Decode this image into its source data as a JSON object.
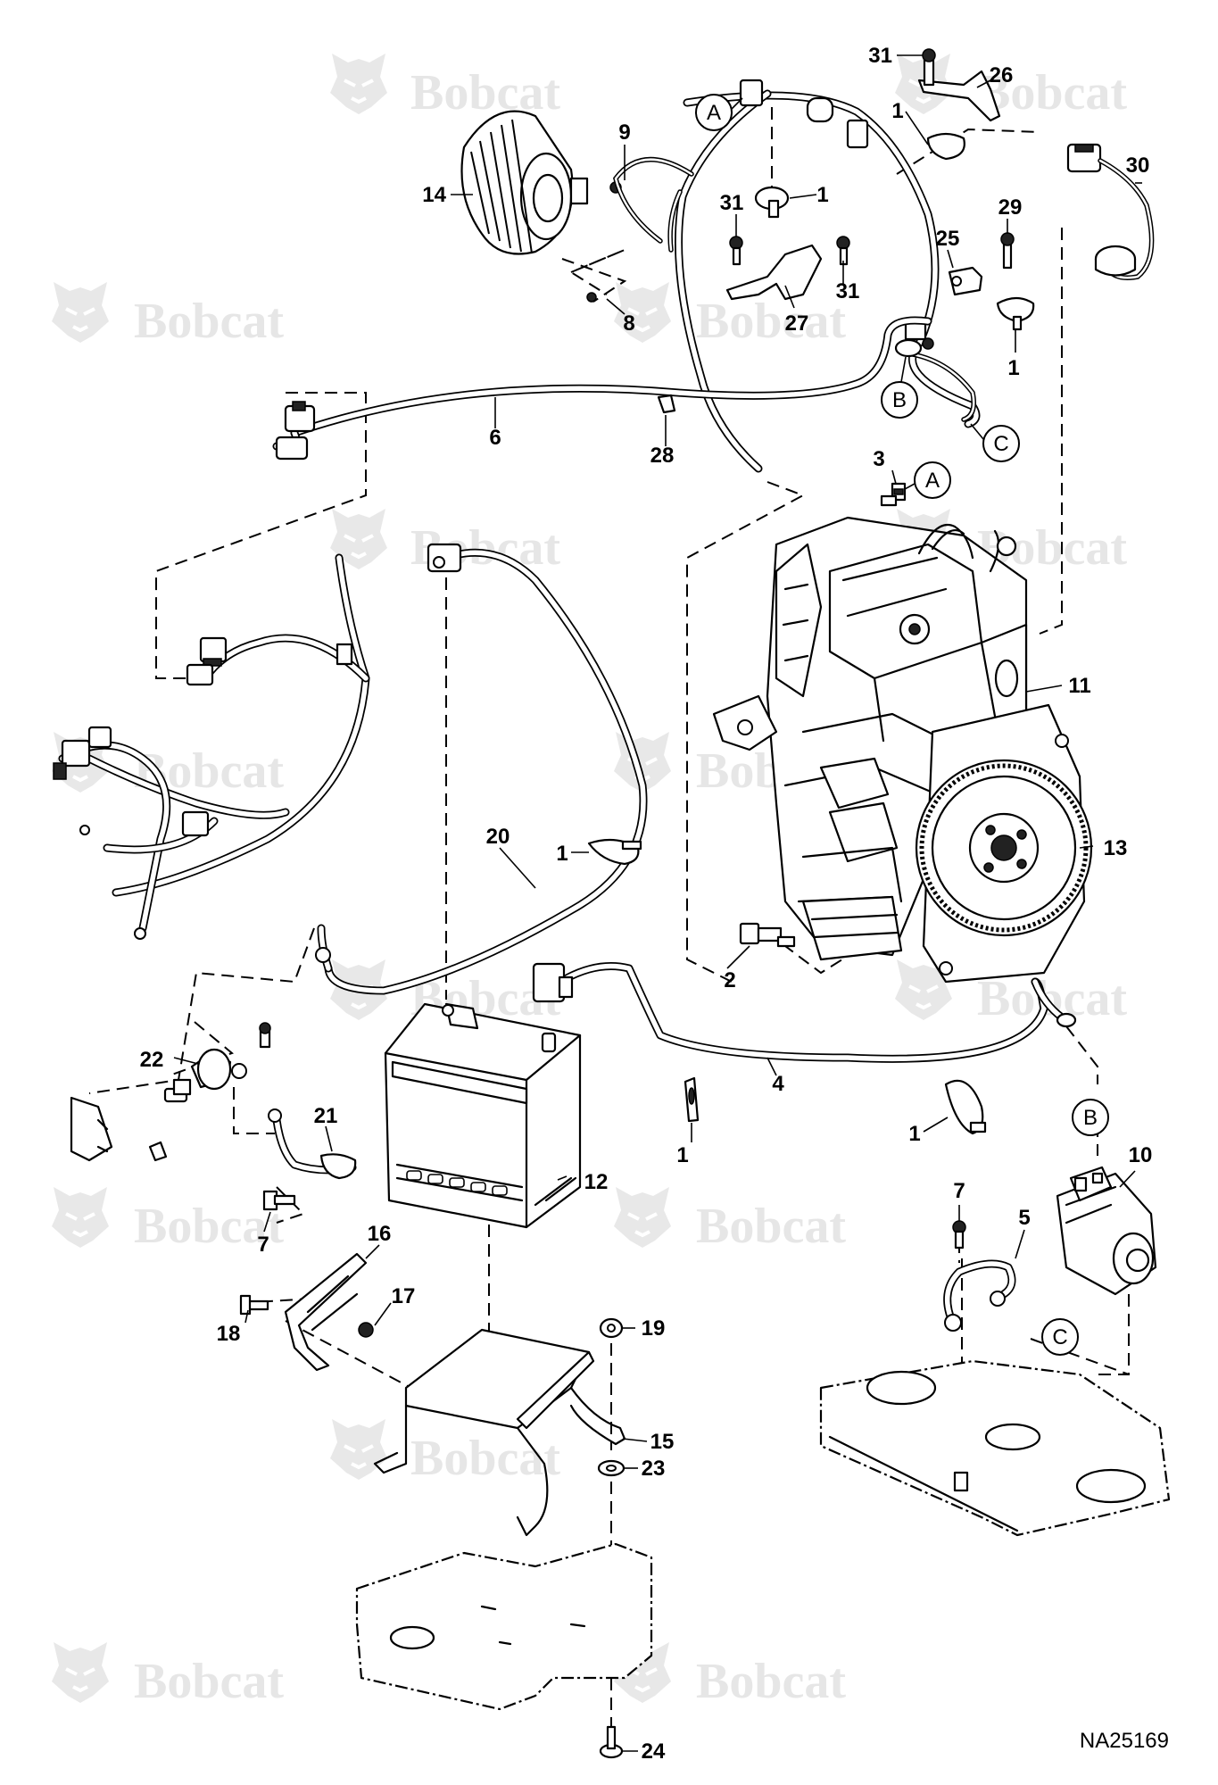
{
  "watermark": {
    "text": "Bobcat",
    "mark": "bobcat-head-logo"
  },
  "drawing_number": "NA25169",
  "connection_markers": [
    {
      "id": "marker-a-top",
      "label": "A"
    },
    {
      "id": "marker-a-sensor",
      "label": "A"
    },
    {
      "id": "marker-b-harness",
      "label": "B"
    },
    {
      "id": "marker-b-starter",
      "label": "B"
    },
    {
      "id": "marker-c-harness",
      "label": "C"
    },
    {
      "id": "marker-c-cable",
      "label": "C"
    }
  ],
  "callouts": [
    {
      "id": "c31-top",
      "label": "31"
    },
    {
      "id": "c26",
      "label": "26"
    },
    {
      "id": "c1-top",
      "label": "1"
    },
    {
      "id": "c9",
      "label": "9"
    },
    {
      "id": "c14",
      "label": "14"
    },
    {
      "id": "c31-left",
      "label": "31"
    },
    {
      "id": "c1-mid",
      "label": "1"
    },
    {
      "id": "c30",
      "label": "30"
    },
    {
      "id": "c29",
      "label": "29"
    },
    {
      "id": "c25",
      "label": "25"
    },
    {
      "id": "c31-right",
      "label": "31"
    },
    {
      "id": "c8",
      "label": "8"
    },
    {
      "id": "c27",
      "label": "27"
    },
    {
      "id": "c1-right",
      "label": "1"
    },
    {
      "id": "c6",
      "label": "6"
    },
    {
      "id": "c28",
      "label": "28"
    },
    {
      "id": "c3",
      "label": "3"
    },
    {
      "id": "c11",
      "label": "11"
    },
    {
      "id": "c13",
      "label": "13"
    },
    {
      "id": "c20",
      "label": "20"
    },
    {
      "id": "c1-clamp",
      "label": "1"
    },
    {
      "id": "c2",
      "label": "2"
    },
    {
      "id": "c22",
      "label": "22"
    },
    {
      "id": "c4",
      "label": "4"
    },
    {
      "id": "c21",
      "label": "21"
    },
    {
      "id": "c12",
      "label": "12"
    },
    {
      "id": "c1-strap",
      "label": "1"
    },
    {
      "id": "c1-clip",
      "label": "1"
    },
    {
      "id": "c10",
      "label": "10"
    },
    {
      "id": "c7-left",
      "label": "7"
    },
    {
      "id": "c7-right",
      "label": "7"
    },
    {
      "id": "c5",
      "label": "5"
    },
    {
      "id": "c16",
      "label": "16"
    },
    {
      "id": "c17",
      "label": "17"
    },
    {
      "id": "c18",
      "label": "18"
    },
    {
      "id": "c19",
      "label": "19"
    },
    {
      "id": "c15",
      "label": "15"
    },
    {
      "id": "c23",
      "label": "23"
    },
    {
      "id": "c24",
      "label": "24"
    }
  ]
}
